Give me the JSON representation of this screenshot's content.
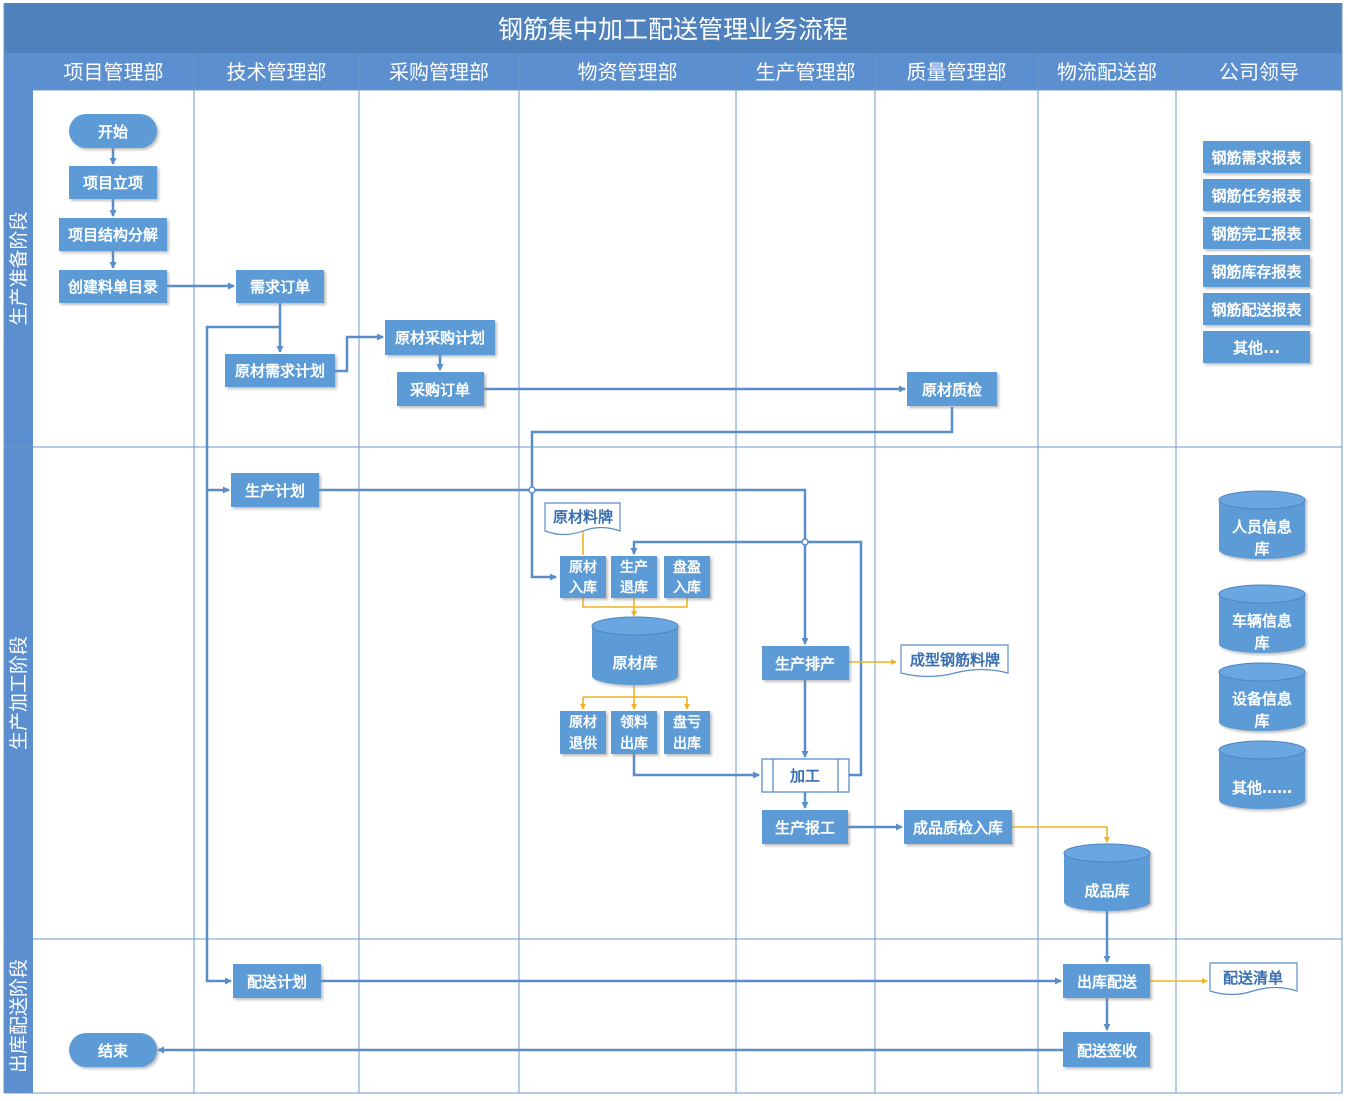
{
  "title": "钢筋集中加工配送管理业务流程",
  "colors": {
    "header": "#4f81bd",
    "box": "#5b9bd5",
    "line": "#5a8ec9",
    "grid": "#6e97c8",
    "dataflow": "#f0b323",
    "text_light": "#ffffff",
    "doc_text": "#3a6fb0"
  },
  "departments": [
    "项目管理部",
    "技术管理部",
    "采购管理部",
    "物资管理部",
    "生产管理部",
    "质量管理部",
    "物流配送部",
    "公司领导"
  ],
  "stages": [
    "生产准备阶段",
    "生产加工阶段",
    "出库配送阶段"
  ],
  "nodes": {
    "start": "开始",
    "project_setup": "项目立项",
    "wbs": "项目结构分解",
    "bom": "创建料单目录",
    "demand_order": "需求订单",
    "raw_demand_plan": "原材需求计划",
    "raw_purchase_plan": "原材采购计划",
    "purchase_order": "采购订单",
    "raw_inspection": "原材质检",
    "production_plan": "生产计划",
    "raw_in": [
      "原材",
      "入库"
    ],
    "prod_return": [
      "生产",
      "退库"
    ],
    "surplus_in": [
      "盘盈",
      "入库"
    ],
    "raw_return_supply": [
      "原材",
      "退供"
    ],
    "pick_out": [
      "领料",
      "出库"
    ],
    "loss_out": [
      "盘亏",
      "出库"
    ],
    "raw_store": "原材库",
    "scheduling": "生产排产",
    "processing": "加工",
    "work_report": "生产报工",
    "product_qc_in": "成品质检入库",
    "finished_store": "成品库",
    "delivery_plan": "配送计划",
    "outbound_delivery": "出库配送",
    "delivery_sign": "配送签收",
    "end": "结束"
  },
  "documents": {
    "raw_tag": "原材料牌",
    "formed_tag": "成型钢筋料牌",
    "delivery_list": "配送清单"
  },
  "reports": [
    "钢筋需求报表",
    "钢筋任务报表",
    "钢筋完工报表",
    "钢筋库存报表",
    "钢筋配送报表",
    "其他..."
  ],
  "databases": [
    [
      "人员信息",
      "库"
    ],
    [
      "车辆信息",
      "库"
    ],
    [
      "设备信息",
      "库"
    ],
    [
      "其他……"
    ]
  ]
}
